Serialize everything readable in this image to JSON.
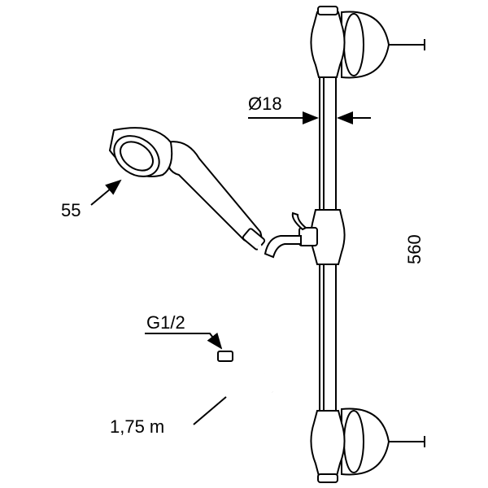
{
  "title": "Shower rail set dimensional drawing",
  "labels": {
    "diameter": "Ø18",
    "head_diameter": "55",
    "rail_length": "560",
    "thread": "G1/2",
    "hose_length": "1,75 m"
  },
  "colors": {
    "line": "#000000",
    "background": "#ffffff"
  }
}
